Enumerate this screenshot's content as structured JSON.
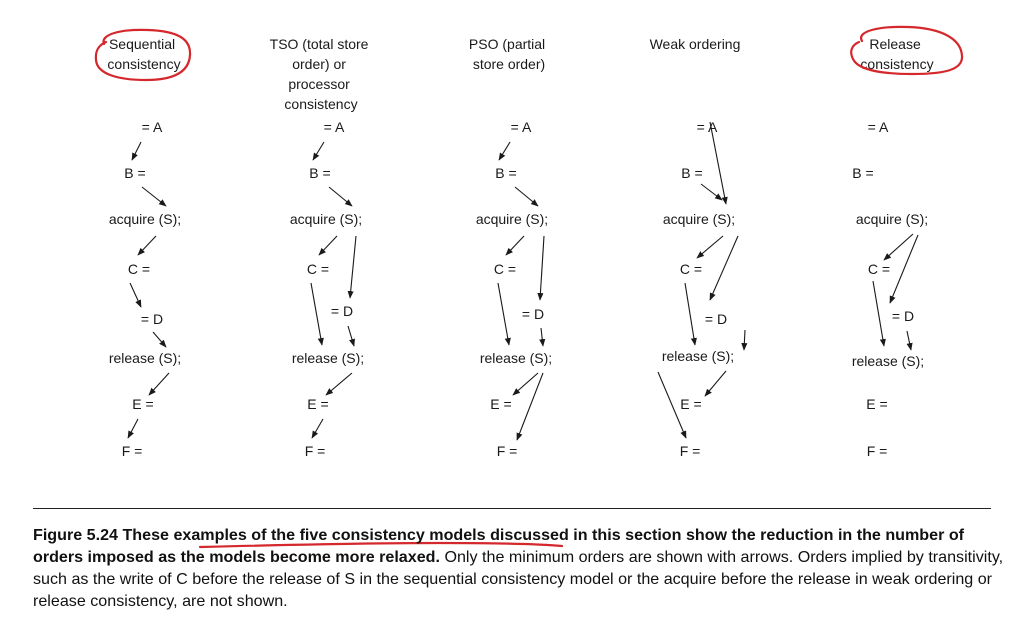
{
  "columns": [
    {
      "id": "sc",
      "header": [
        "Sequential",
        "consistency"
      ]
    },
    {
      "id": "tso",
      "header": [
        "TSO (total store",
        "order) or",
        "processor",
        "consistency"
      ]
    },
    {
      "id": "pso",
      "header": [
        "PSO (partial",
        "store order)"
      ]
    },
    {
      "id": "wo",
      "header": [
        "Weak ordering"
      ]
    },
    {
      "id": "rc",
      "header": [
        "Release",
        "consistency"
      ]
    }
  ],
  "nodes": {
    "A": "= A",
    "B": "B =",
    "acq": "acquire (S);",
    "C": "C =",
    "D": "= D",
    "rel": "release (S);",
    "E": "E =",
    "F": "F ="
  },
  "highlight": {
    "color": "#d4282c",
    "circled_columns": [
      "sc",
      "rc"
    ]
  },
  "caption": {
    "figure_label": "Figure 5.24",
    "bold_text": "These examples of the five consistency models discussed in this section show the reduction in the number of orders imposed as the models become more relaxed.",
    "regular_text": "Only the minimum orders are shown with arrows. Orders implied by transitivity, such as the write of C before the release of S in the sequential consistency model or the acquire before the release in weak ordering or release consistency, are not shown."
  }
}
